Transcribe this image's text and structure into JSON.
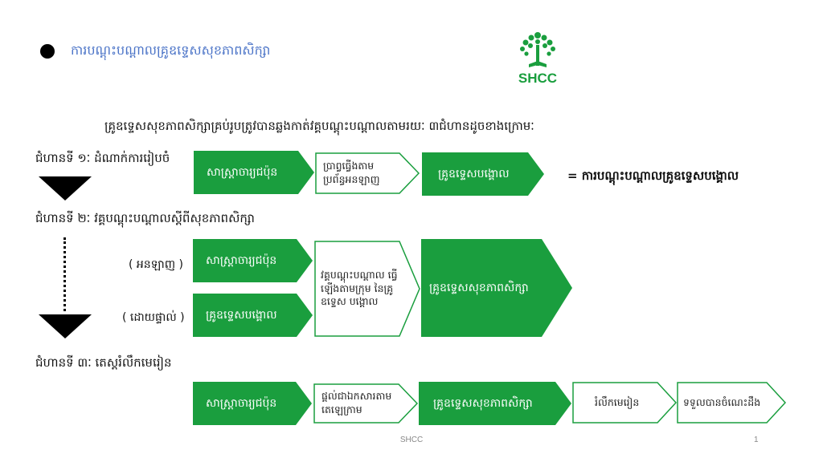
{
  "title": "ការបណ្តុះបណ្តាលគ្រូឧទ្ទេសសុខភាពសិក្សា",
  "logo": {
    "text": "SHCC"
  },
  "intro": "គ្រូឧទ្ទេសសុខភាពសិក្សាគ្រប់រូបត្រូវបានឆ្លងកាត់វគ្គបណ្តុះបណ្តាលតាមរយៈ ៣ជំហានដូចខាងក្រោមៈ",
  "steps": [
    {
      "label": "ជំហានទី ១ៈ ដំណាក់ការរៀបចំ",
      "boxes": [
        "សាស្ត្រាចារ្យជប៉ុន",
        "ប្រាព្វធ្វើងតាម ប្រព័ន្ធអនឡាញ",
        "គ្រូឧទ្ទេសបង្គោល"
      ],
      "result": "= ការបណ្តុះបណ្តាលគ្រូឧទ្ទេសបង្គោល"
    },
    {
      "label": "ជំហានទី ២ៈ វគ្គបណ្តុះបណ្តាលស្តីពីសុខភាពសិក្សា",
      "rows": [
        {
          "tag": "( អនឡាញ )",
          "box": "សាស្ត្រាចារ្យជប៉ុន"
        },
        {
          "tag": "( ដោយផ្ទាល់ )",
          "box": "គ្រូឧទ្ទេសបង្គោល"
        }
      ],
      "middle": "វគ្គបណ្តុះបណ្តាល ធ្វើឡើងតាមក្រុម នៃគ្រូឧទ្ទេស បង្គោល",
      "final": "គ្រូឧទ្ទេសសុខភាពសិក្សា"
    },
    {
      "label": "ជំហានទី ៣ៈ តេស្តរំលឹកមេរៀន",
      "boxes": [
        "សាស្ត្រាចារ្យជប៉ុន",
        "ផ្តល់ជាឯកសារតាម តេឡេក្រាម",
        "គ្រូឧទ្ទេសសុខភាពសិក្សា",
        "រំលឹកមេរៀន",
        "ទទួលបានចំណេះដឹង"
      ]
    }
  ],
  "footer": "SHCC",
  "page_number": "1",
  "colors": {
    "green": "#1a9e3e",
    "title_blue": "#4a73c7",
    "outline": "#1a9e3e"
  }
}
